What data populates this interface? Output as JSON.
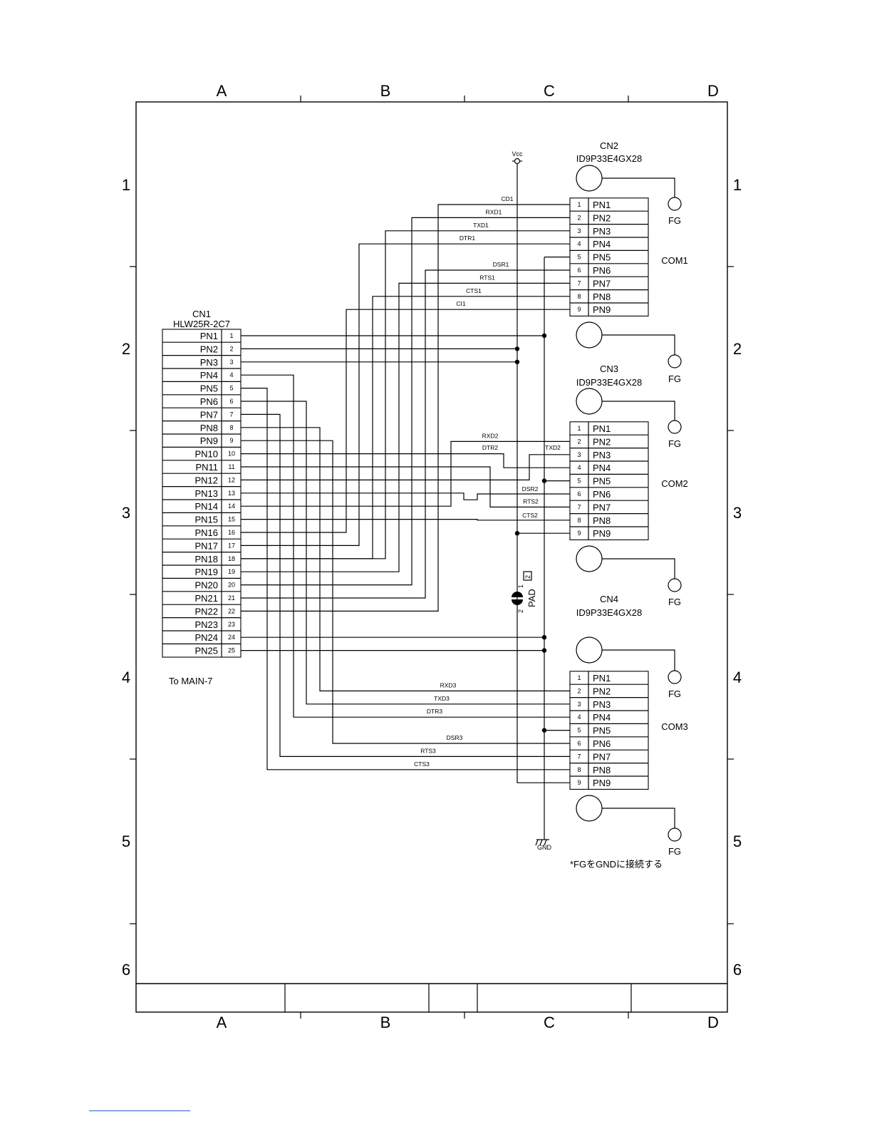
{
  "zones": {
    "columns": [
      "A",
      "B",
      "C",
      "D"
    ],
    "rows": [
      "1",
      "2",
      "3",
      "4",
      "5",
      "6"
    ]
  },
  "cn1": {
    "ref": "CN1",
    "part": "HLW25R-2C7",
    "pins": [
      "PN1",
      "PN2",
      "PN3",
      "PN4",
      "PN5",
      "PN6",
      "PN7",
      "PN8",
      "PN9",
      "PN10",
      "PN11",
      "PN12",
      "PN13",
      "PN14",
      "PN15",
      "PN16",
      "PN17",
      "PN18",
      "PN19",
      "PN20",
      "PN21",
      "PN22",
      "PN23",
      "PN24",
      "PN25"
    ],
    "numbers": [
      "1",
      "2",
      "3",
      "4",
      "5",
      "6",
      "7",
      "8",
      "9",
      "10",
      "11",
      "12",
      "13",
      "14",
      "15",
      "16",
      "17",
      "18",
      "19",
      "20",
      "21",
      "22",
      "23",
      "24",
      "25"
    ],
    "note": "To MAIN-7"
  },
  "connectors": [
    {
      "ref": "CN2",
      "part": "ID9P33E4GX28",
      "port": "COM1",
      "pins": [
        "PN1",
        "PN2",
        "PN3",
        "PN4",
        "PN5",
        "PN6",
        "PN7",
        "PN8",
        "PN9"
      ],
      "numbers": [
        "1",
        "2",
        "3",
        "4",
        "5",
        "6",
        "7",
        "8",
        "9"
      ]
    },
    {
      "ref": "CN3",
      "part": "ID9P33E4GX28",
      "port": "COM2",
      "pins": [
        "PN1",
        "PN2",
        "PN3",
        "PN4",
        "PN5",
        "PN6",
        "PN7",
        "PN8",
        "PN9"
      ],
      "numbers": [
        "1",
        "2",
        "3",
        "4",
        "5",
        "6",
        "7",
        "8",
        "9"
      ]
    },
    {
      "ref": "CN4",
      "part": "ID9P33E4GX28",
      "port": "COM3",
      "pins": [
        "PN1",
        "PN2",
        "PN3",
        "PN4",
        "PN5",
        "PN6",
        "PN7",
        "PN8",
        "PN9"
      ],
      "numbers": [
        "1",
        "2",
        "3",
        "4",
        "5",
        "6",
        "7",
        "8",
        "9"
      ]
    }
  ],
  "signals": {
    "com1": [
      "CD1",
      "RXD1",
      "TXD1",
      "DTR1",
      "DSR1",
      "RTS1",
      "CTS1",
      "CI1"
    ],
    "com2": [
      "RXD2",
      "DTR2",
      "TXD2",
      "DSR2",
      "RTS2",
      "CTS2"
    ],
    "com3": [
      "RXD3",
      "TXD3",
      "DTR3",
      "DSR3",
      "RTS3",
      "CTS3"
    ]
  },
  "power": {
    "vcc": "Vcc",
    "gnd": "GND"
  },
  "fg_label": "FG",
  "pad": {
    "label": "PAD",
    "pin1": "1",
    "pin2": "2",
    "box": "2"
  },
  "note": "*FGをGNDに接続する"
}
